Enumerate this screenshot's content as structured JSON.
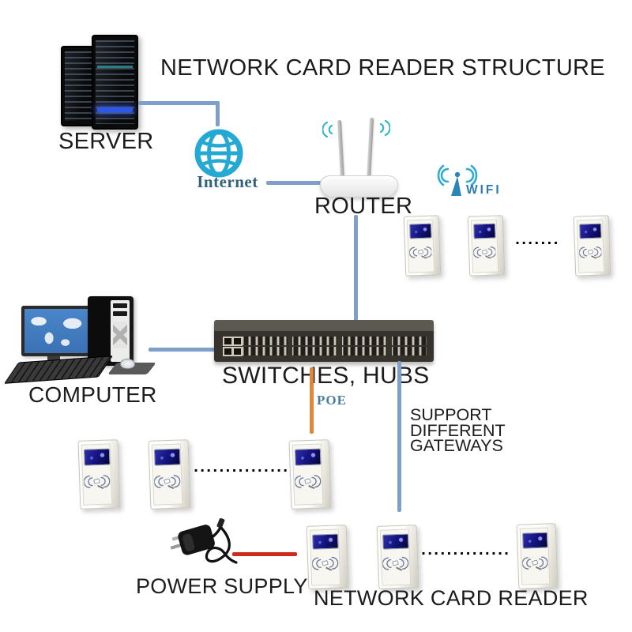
{
  "title": "NETWORK CARD READER STRUCTURE",
  "nodes": {
    "server": {
      "label": "SERVER"
    },
    "internet": {
      "label": "Internet"
    },
    "router": {
      "label": "ROUTER"
    },
    "wifi": {
      "label": "WIFI"
    },
    "switch": {
      "label": "SWITCHES, HUBS"
    },
    "poe": {
      "label": "POE"
    },
    "computer": {
      "label": "COMPUTER"
    },
    "gateways": {
      "label": "SUPPORT\nDIFFERENT\nGATEWAYS"
    },
    "power": {
      "label": "POWER SUPPLY"
    },
    "reader": {
      "label": "NETWORK CARD READER"
    }
  },
  "dots": {
    "wifi_row": "·······",
    "poe_row": "···············",
    "gateway_row": "··············"
  },
  "colors": {
    "connector_blue": "#7d9fca",
    "poe_orange": "#e08738",
    "power_red": "#cf2b1c",
    "internet_cyan": "#25a9d3",
    "wifi_teal": "#31accc",
    "wifi_solid_blue": "#2a86b8",
    "internet_text": "#32617c",
    "poe_text": "#4a7d9e",
    "wifi_text": "#2b7cb0",
    "label_black": "#1c1c1c",
    "reader_screen_navy": "#14147e"
  }
}
